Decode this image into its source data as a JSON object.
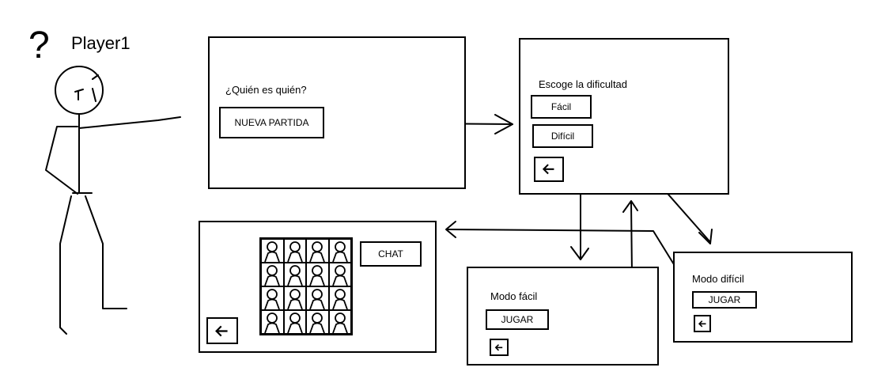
{
  "player": {
    "name": "Player1",
    "thought": "?"
  },
  "home": {
    "title": "¿Quién es quién?",
    "new_game": "NUEVA PARTIDA"
  },
  "difficulty": {
    "title": "Escoge la dificultad",
    "easy": "Fácil",
    "hard": "Difícil",
    "back_icon": "arrow-left-icon"
  },
  "easy_mode": {
    "title": "Modo fácil",
    "play": "JUGAR",
    "back_icon": "arrow-left-icon"
  },
  "hard_mode": {
    "title": "Modo difícil",
    "play": "JUGAR",
    "back_icon": "arrow-left-icon"
  },
  "game": {
    "chat": "CHAT",
    "back_icon": "arrow-left-icon",
    "character_icon": "person-icon",
    "rows": 4,
    "cols": 4
  }
}
